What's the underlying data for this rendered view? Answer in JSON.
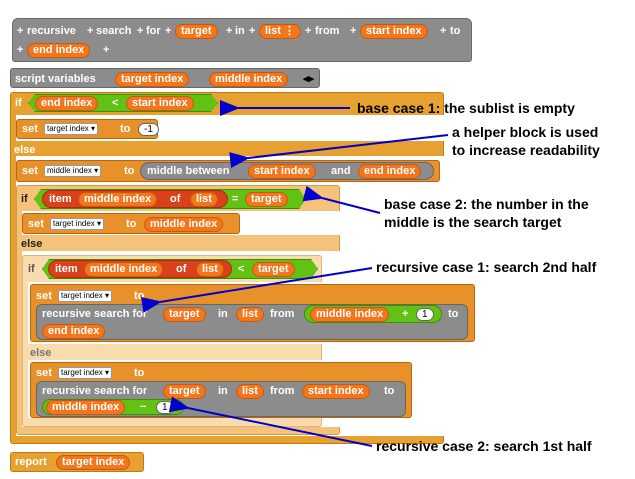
{
  "hat": {
    "plus": "+",
    "recursive": "recursive",
    "search": "search",
    "for": "for",
    "target": "target",
    "in": "in",
    "list": "list",
    "list_dots": "⋮",
    "from": "from",
    "start_index": "start index",
    "to": "to",
    "end_index": "end index"
  },
  "script_vars": {
    "label": "script variables",
    "v1": "target index",
    "v2": "middle index",
    "arrows": "◂▸"
  },
  "if1": {
    "if": "if",
    "a": "end index",
    "lt": "<",
    "b": "start index"
  },
  "set1": {
    "set": "set",
    "var": "target index",
    "to": "to",
    "val": "-1"
  },
  "else1": "else",
  "set2": {
    "set": "set",
    "var": "middle index",
    "to": "to",
    "rep": "middle between",
    "a": "start index",
    "and": "and",
    "b": "end index"
  },
  "if2": {
    "if": "if",
    "item": "item",
    "idx": "middle index",
    "of": "of",
    "list": "list",
    "eq": "=",
    "target": "target"
  },
  "set3": {
    "set": "set",
    "var": "target index",
    "to": "to",
    "val": "middle index"
  },
  "else2": "else",
  "if3": {
    "if": "if",
    "item": "item",
    "idx": "middle index",
    "of": "of",
    "list": "list",
    "lt": "<",
    "target": "target"
  },
  "set4": {
    "set": "set",
    "var": "target index",
    "to": "to",
    "call": "recursive search for",
    "target": "target",
    "in": "in",
    "list": "list",
    "from": "from",
    "mid": "middle index",
    "plus": "+",
    "one": "1",
    "to2": "to",
    "end": "end index"
  },
  "else3": "else",
  "set5": {
    "set": "set",
    "var": "target index",
    "to": "to",
    "call": "recursive search for",
    "target": "target",
    "in": "in",
    "list": "list",
    "from": "from",
    "start": "start index",
    "to2": "to",
    "mid": "middle index",
    "minus": "−",
    "one": "1"
  },
  "report": {
    "label": "report",
    "var": "target index"
  },
  "annotations": {
    "a1": "base case 1: the sublist is empty",
    "a2l1": "a helper block is used",
    "a2l2": "to increase readability",
    "a3l1": "base case 2: the number in the",
    "a3l2": "middle is the search target",
    "a4": "recursive case 1: search 2nd half",
    "a5": "recursive case 2: search 1st half"
  },
  "colors": {
    "control": "#e6a130",
    "variables": "#f3761d",
    "operators": "#62c213",
    "other": "#8c8c8c",
    "arrow": "#0000cc"
  }
}
